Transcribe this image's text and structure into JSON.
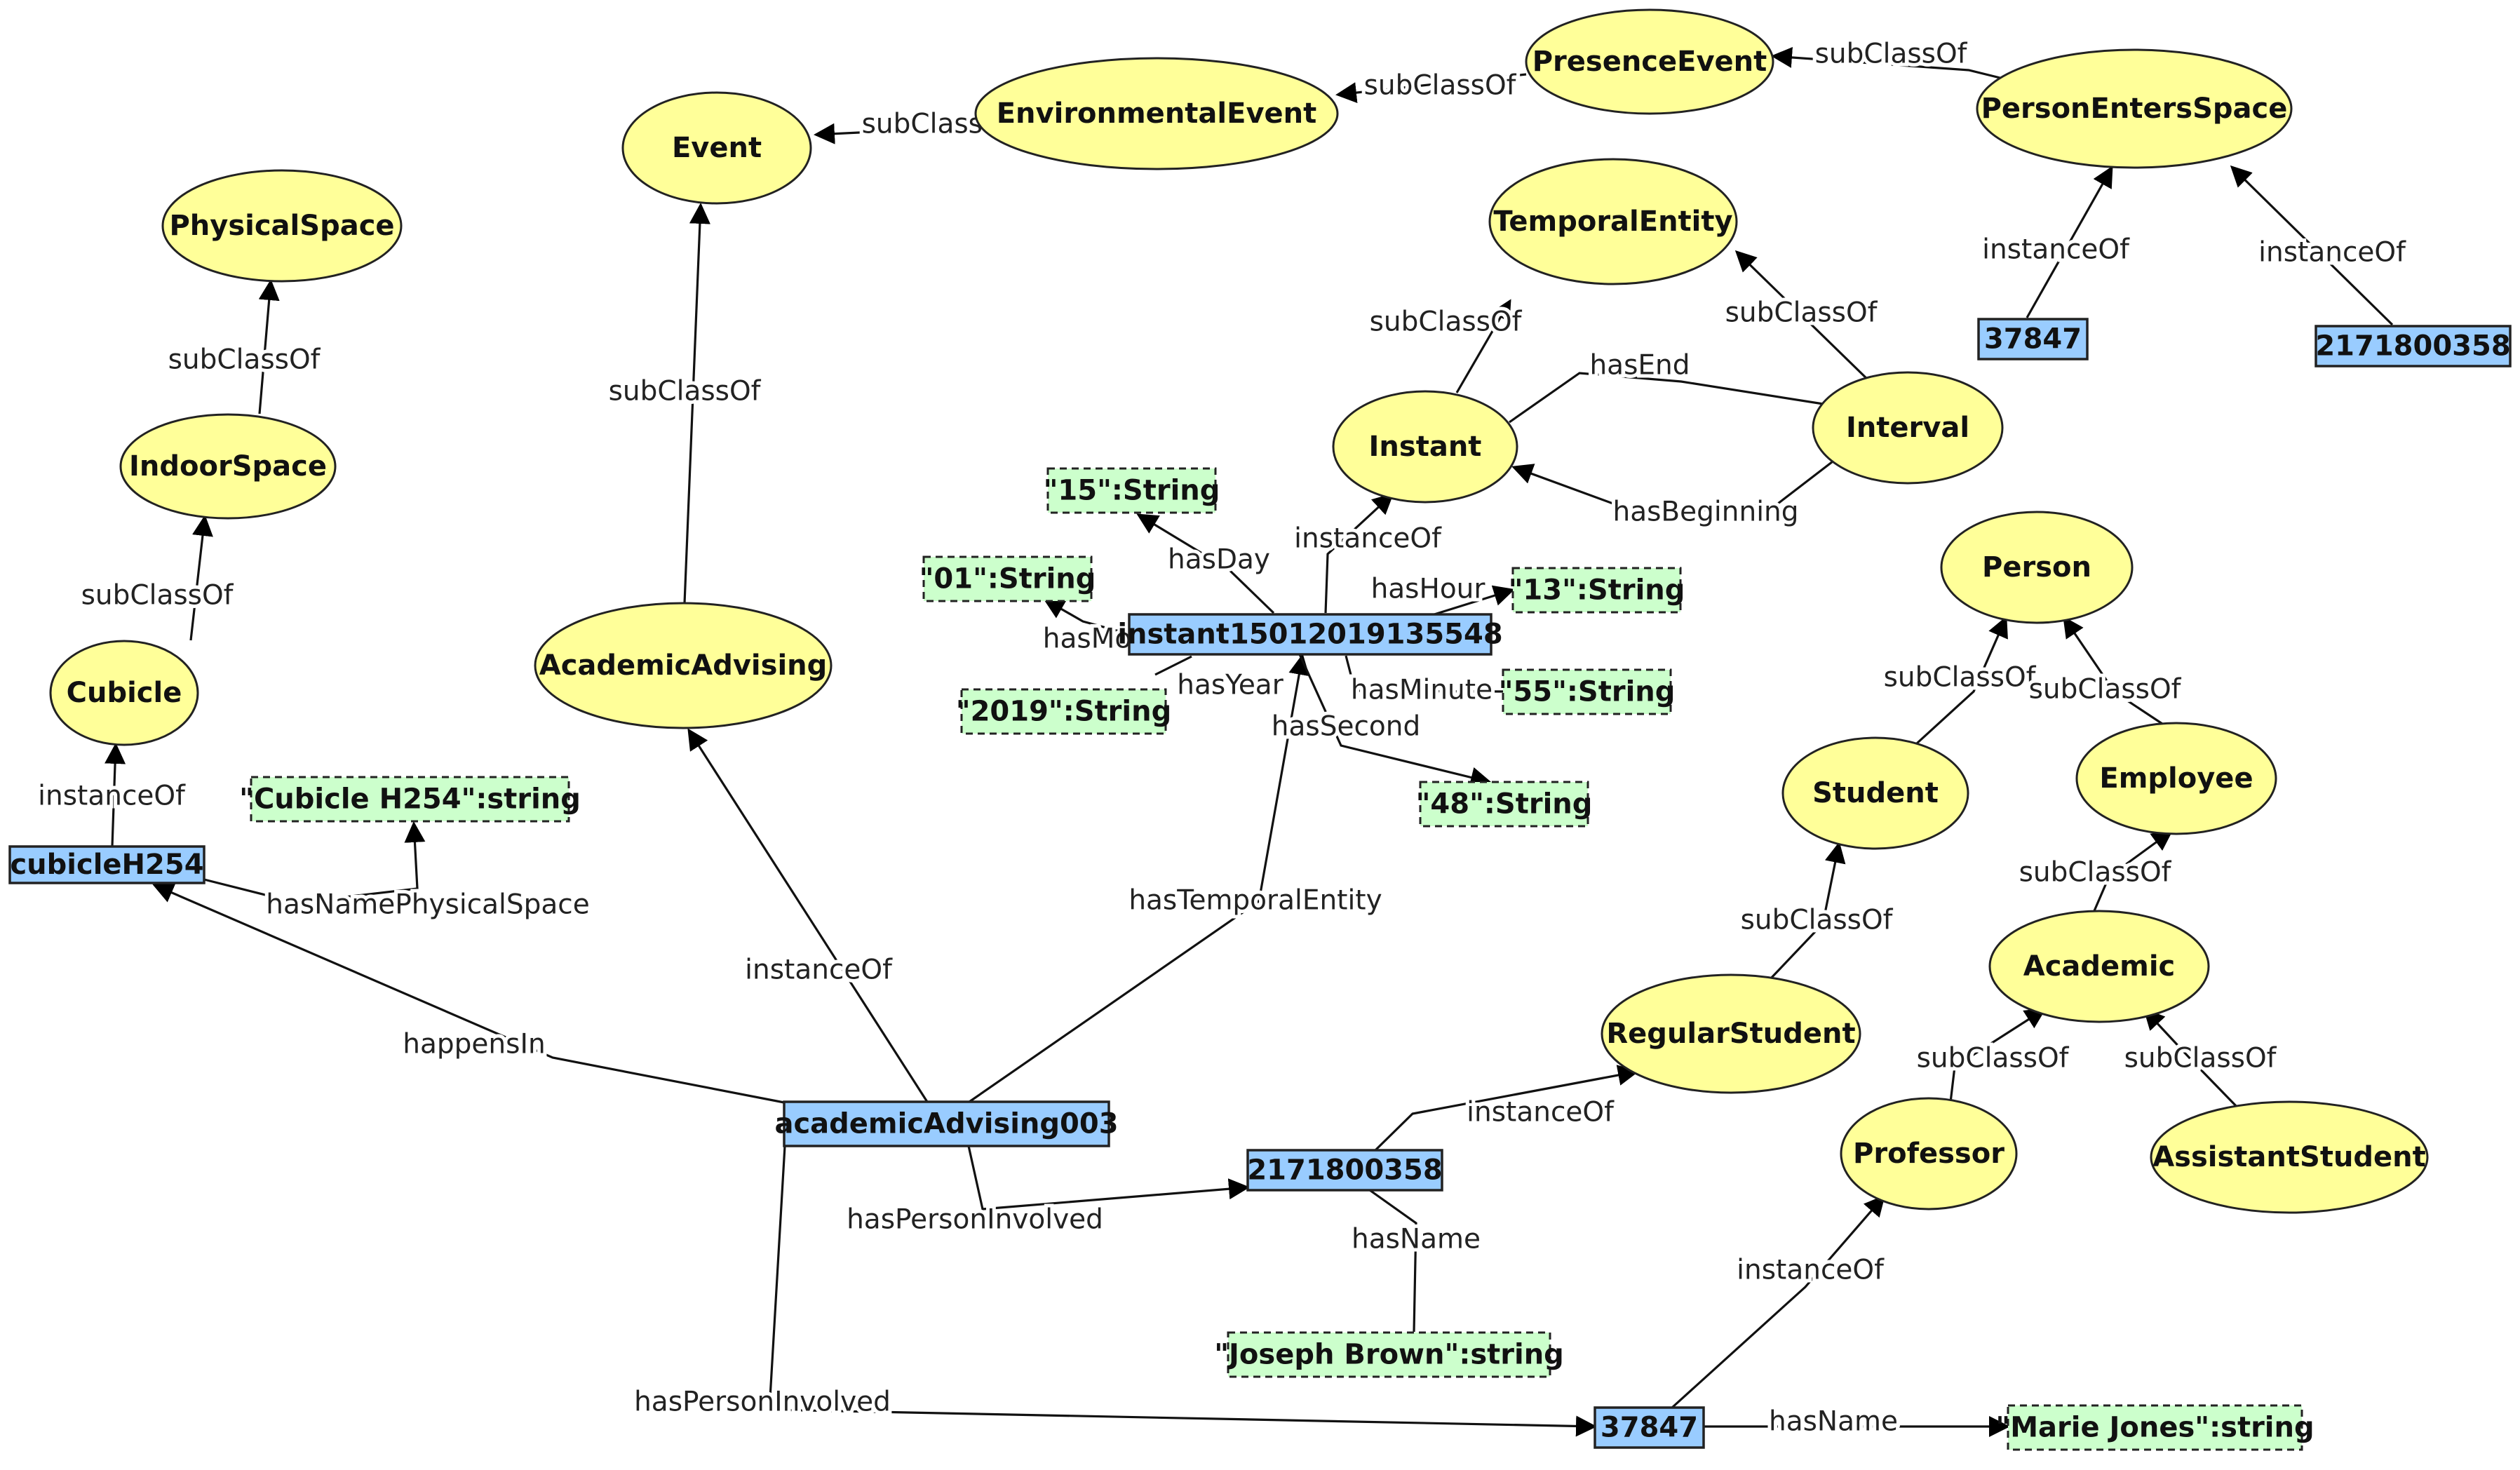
{
  "nodes": [
    {
      "id": "event",
      "kind": "class",
      "label": "Event"
    },
    {
      "id": "envEvent",
      "kind": "class",
      "label": "EnvironmentalEvent"
    },
    {
      "id": "presEvent",
      "kind": "class",
      "label": "PresenceEvent"
    },
    {
      "id": "personEnters",
      "kind": "class",
      "label": "PersonEntersSpace"
    },
    {
      "id": "physSpace",
      "kind": "class",
      "label": "PhysicalSpace"
    },
    {
      "id": "indoorSpace",
      "kind": "class",
      "label": "IndoorSpace"
    },
    {
      "id": "cubicle",
      "kind": "class",
      "label": "Cubicle"
    },
    {
      "id": "temporal",
      "kind": "class",
      "label": "TemporalEntity"
    },
    {
      "id": "instant",
      "kind": "class",
      "label": "Instant"
    },
    {
      "id": "interval",
      "kind": "class",
      "label": "Interval"
    },
    {
      "id": "academicAdvising",
      "kind": "class",
      "label": "AcademicAdvising"
    },
    {
      "id": "person",
      "kind": "class",
      "label": "Person"
    },
    {
      "id": "student",
      "kind": "class",
      "label": "Student"
    },
    {
      "id": "employee",
      "kind": "class",
      "label": "Employee"
    },
    {
      "id": "academic",
      "kind": "class",
      "label": "Academic"
    },
    {
      "id": "regularStudent",
      "kind": "class",
      "label": "RegularStudent"
    },
    {
      "id": "professor",
      "kind": "class",
      "label": "Professor"
    },
    {
      "id": "assistantStudent",
      "kind": "class",
      "label": "AssistantStudent"
    },
    {
      "id": "i37847top",
      "kind": "instance",
      "label": "37847"
    },
    {
      "id": "i2171top",
      "kind": "instance",
      "label": "2171800358"
    },
    {
      "id": "cubicleH254",
      "kind": "instance",
      "label": "cubicleH254"
    },
    {
      "id": "instantInst",
      "kind": "instance",
      "label": "instant15012019135548"
    },
    {
      "id": "acadAdv003",
      "kind": "instance",
      "label": "academicAdvising003"
    },
    {
      "id": "i2171",
      "kind": "instance",
      "label": "2171800358"
    },
    {
      "id": "i37847",
      "kind": "instance",
      "label": "37847"
    },
    {
      "id": "litDay",
      "kind": "literal",
      "label": "\"15\":String"
    },
    {
      "id": "litMonth",
      "kind": "literal",
      "label": "\"01\":String"
    },
    {
      "id": "litYear",
      "kind": "literal",
      "label": "\"2019\":String"
    },
    {
      "id": "litHour",
      "kind": "literal",
      "label": "\"13\":String"
    },
    {
      "id": "litMinute",
      "kind": "literal",
      "label": "\"55\":String"
    },
    {
      "id": "litSecond",
      "kind": "literal",
      "label": "\"48\":String"
    },
    {
      "id": "litCubicle",
      "kind": "literal",
      "label": "\"Cubicle H254\":string"
    },
    {
      "id": "litJoseph",
      "kind": "literal",
      "label": "\"Joseph Brown\":string"
    },
    {
      "id": "litMarie",
      "kind": "literal",
      "label": "\"Marie Jones\":string"
    }
  ],
  "edges": [
    {
      "label": "subClassOf"
    },
    {
      "label": "subClassOf"
    },
    {
      "label": "subClassOf"
    },
    {
      "label": "instanceOf"
    },
    {
      "label": "instanceOf"
    },
    {
      "label": "subClassOf"
    },
    {
      "label": "subClassOf"
    },
    {
      "label": "instanceOf"
    },
    {
      "label": "hasNamePhysicalSpace"
    },
    {
      "label": "happensIn"
    },
    {
      "label": "subClassOf"
    },
    {
      "label": "instanceOf"
    },
    {
      "label": "hasTemporalEntity"
    },
    {
      "label": "hasPersonInvolved"
    },
    {
      "label": "hasPersonInvolved"
    },
    {
      "label": "subClassOf"
    },
    {
      "label": "subClassOf"
    },
    {
      "label": "hasEnd"
    },
    {
      "label": "hasBeginning"
    },
    {
      "label": "instanceOf"
    },
    {
      "label": "hasDay"
    },
    {
      "label": "hasMo"
    },
    {
      "label": "hasYear"
    },
    {
      "label": "hasHour"
    },
    {
      "label": "hasMinute"
    },
    {
      "label": "hasSecond"
    },
    {
      "label": "subClassOf"
    },
    {
      "label": "subClassOf"
    },
    {
      "label": "subClassOf"
    },
    {
      "label": "subClassOf"
    },
    {
      "label": "subClassOf"
    },
    {
      "label": "subClassOf"
    },
    {
      "label": "instanceOf"
    },
    {
      "label": "hasName"
    },
    {
      "label": "instanceOf"
    },
    {
      "label": "hasName"
    }
  ]
}
